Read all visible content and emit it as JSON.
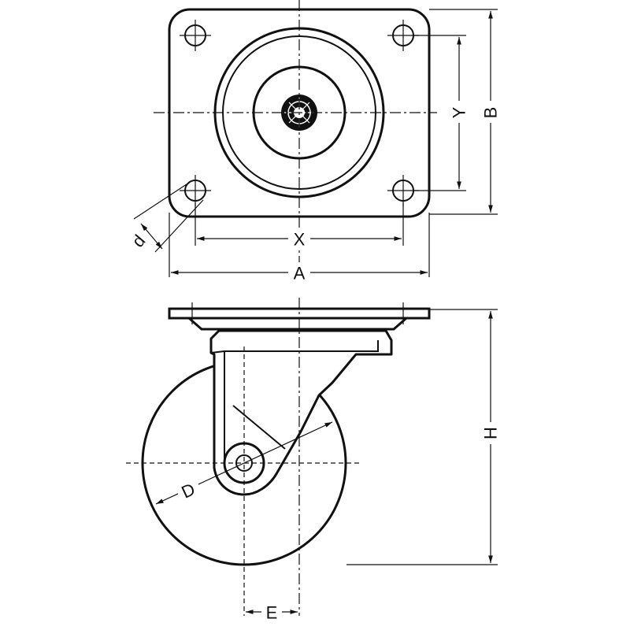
{
  "labels": {
    "A": "A",
    "B": "B",
    "X": "X",
    "Y": "Y",
    "d": "d",
    "D": "D",
    "H": "H",
    "E": "E"
  }
}
